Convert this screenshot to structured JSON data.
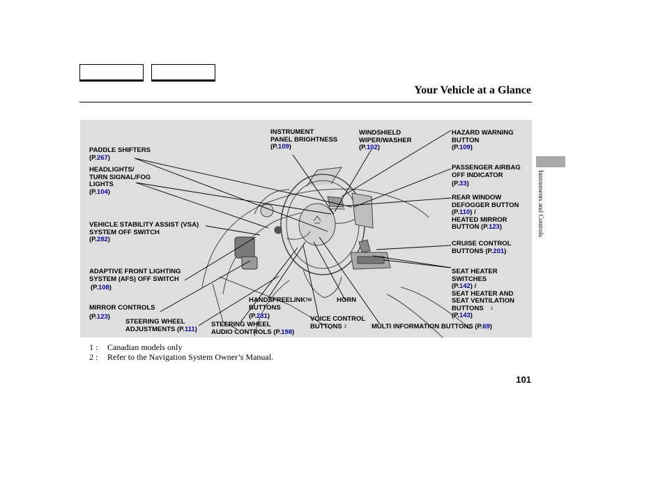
{
  "header": {
    "title": "Your Vehicle at a Glance"
  },
  "sidebar": {
    "section_label": "Instruments and Controls"
  },
  "diagram": {
    "labels": {
      "paddle": {
        "lines": [
          "PADDLE SHIFTERS"
        ],
        "ref": "267"
      },
      "headlights": {
        "lines": [
          "HEADLIGHTS/",
          "TURN SIGNAL/FOG",
          "LIGHTS"
        ],
        "ref": "104"
      },
      "vsa": {
        "lines": [
          "VEHICLE STABILITY ASSIST (VSA)",
          "SYSTEM OFF SWITCH"
        ],
        "ref": "282"
      },
      "afs": {
        "lines": [
          "ADAPTIVE FRONT LIGHTING",
          "SYSTEM (AFS) OFF SWITCH"
        ],
        "ref": "108"
      },
      "mirror": {
        "lines": [
          "MIRROR CONTROLS"
        ],
        "ref": "123"
      },
      "steer_adj": {
        "line1": "STEERING WHEEL",
        "line2": "ADJUSTMENTS",
        "ref": "111"
      },
      "steer_audio": {
        "line1": "STEERING WHEEL",
        "line2": "AUDIO CONTROLS",
        "ref": "198"
      },
      "handsfree": {
        "line1": "HANDSFREELINK",
        "tm": "TM",
        "line2": "BUTTONS",
        "ref": "231"
      },
      "horn": {
        "lines": [
          "HORN"
        ]
      },
      "voice": {
        "line1": "VOICE CONTROL",
        "line2": "BUTTONS",
        "note": "2"
      },
      "multi": {
        "label": "MULTI INFORMATION BUTTONS",
        "ref": "69"
      },
      "instrument": {
        "lines": [
          "INSTRUMENT",
          "PANEL BRIGHTNESS"
        ],
        "ref": "109"
      },
      "wiper": {
        "lines": [
          "WINDSHIELD",
          "WIPER/WASHER"
        ],
        "ref": "102"
      },
      "hazard": {
        "lines": [
          "HAZARD WARNING",
          "BUTTON"
        ],
        "ref": "109"
      },
      "airbag": {
        "lines": [
          "PASSENGER AIRBAG",
          "OFF INDICATOR"
        ],
        "ref": "33"
      },
      "rear_window": {
        "lines": [
          "REAR WINDOW",
          "DEFOGGER BUTTON"
        ],
        "ref": "110",
        "line3": "HEATED MIRROR",
        "line4": "BUTTON",
        "ref2": "123"
      },
      "cruise": {
        "line1": "CRUISE CONTROL",
        "line2": "BUTTONS",
        "ref": "201"
      },
      "seat_heater": {
        "lines": [
          "SEAT HEATER",
          "SWITCHES"
        ],
        "ref": "142",
        "line3": "SEAT HEATER AND",
        "line4": "SEAT VENTILATION",
        "line5": "BUTTONS",
        "note": "1",
        "ref2": "143"
      }
    },
    "ref_prefix": "(P.",
    "ref_suffix": ")",
    "slash": "/"
  },
  "footnotes": [
    {
      "num": "1 :",
      "text": "Canadian models only"
    },
    {
      "num": "2 :",
      "text": "Refer to the Navigation System Owner’s Manual."
    }
  ],
  "page_number": "101"
}
